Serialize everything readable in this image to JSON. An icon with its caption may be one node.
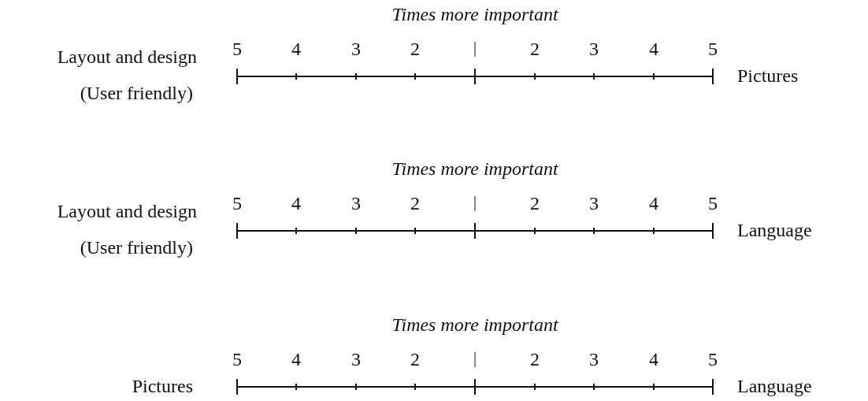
{
  "diagram": {
    "labels": [
      "Times more important",
      "Layout and design",
      "5",
      "4",
      "3",
      "2",
      "2",
      "3",
      "4",
      "5",
      "Pictures",
      "(User friendly)",
      "Times more important",
      "Layout and design",
      "5",
      "4",
      "3",
      "2",
      "2",
      "3",
      "4",
      "5",
      "Language",
      "(User friendly)",
      "Times more important",
      "5",
      "4",
      "3",
      "2",
      "2",
      "3",
      "4",
      "5",
      "Pictures",
      "Language"
    ]
  }
}
